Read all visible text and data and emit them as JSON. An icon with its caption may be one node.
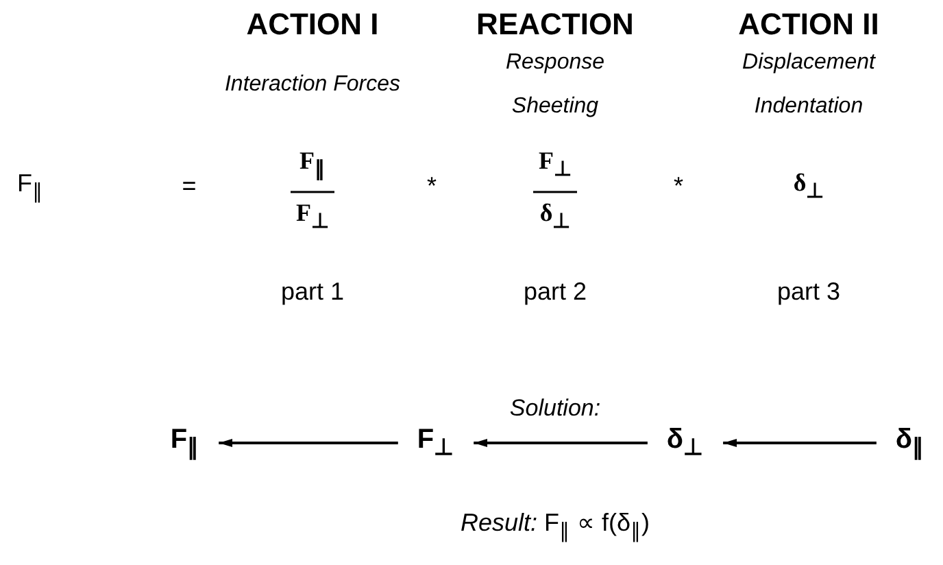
{
  "diagram": {
    "nodes": [
      {
        "text": [
          "F$_{∥}$"
        ]
      },
      {
        "text": [
          "F$_{⊥}$"
        ]
      },
      {
        "text": [
          "δ$_{⊥}$"
        ]
      },
      {
        "text": [
          "δ$_{∥}$"
        ]
      }
    ],
    "edges": [
      {
        "from": 3,
        "to": 2,
        "arrow": "to"
      },
      {
        "from": 2,
        "to": 1,
        "arrow": "to"
      },
      {
        "from": 1,
        "to": 0,
        "arrow": "to"
      }
    ],
    "labels": [
      "ACTION I",
      "REACTION",
      "ACTION II",
      "Interaction Forces",
      "Response Sheeting",
      "Displacement Indentation",
      "F$_{∥}$",
      "=",
      "F$_{∥}$",
      "F$_{⊥}$",
      "*",
      "F$_{⊥}$",
      "δ$_{⊥}$",
      "*",
      "δ$_{⊥}$",
      "part 1",
      "part 2",
      "part 3",
      "Solution:",
      "*Result:* F$_{∥}$ ∝ f(δ$_{∥}$)"
    ]
  }
}
